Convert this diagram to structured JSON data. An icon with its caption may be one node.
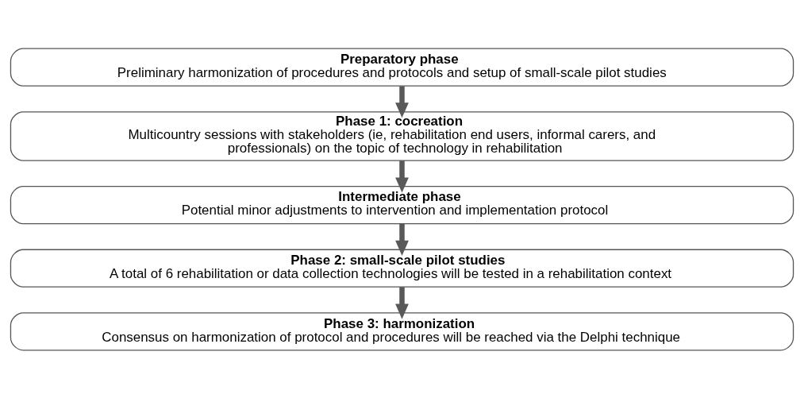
{
  "diagram": {
    "nodes": [
      {
        "text": [
          "Preparatory phase",
          "Preliminary harmonization of procedures and protocols and setup of small-scale pilot studies"
        ]
      },
      {
        "text": [
          "Phase 1: cocreation",
          "Multicountry sessions with stakeholders (ie, rehabilitation end users, informal carers, and professionals) on the topic of technology in rehabilitation"
        ]
      },
      {
        "text": [
          "Intermediate phase",
          "Potential minor adjustments to intervention and implementation protocol"
        ]
      },
      {
        "text": [
          "Phase 2: small-scale pilot studies",
          "A total of 6 rehabilitation or data collection technologies will be tested in a rehabilitation context"
        ]
      },
      {
        "text": [
          "Phase 3: harmonization",
          "Consensus on harmonization of protocol and procedures will be reached via the Delphi technique"
        ]
      }
    ],
    "edges": [
      {
        "from": 0,
        "to": 1,
        "arrow": "to"
      },
      {
        "from": 1,
        "to": 2,
        "arrow": "to"
      },
      {
        "from": 2,
        "to": 3,
        "arrow": "to"
      },
      {
        "from": 3,
        "to": 4,
        "arrow": "to"
      }
    ]
  }
}
